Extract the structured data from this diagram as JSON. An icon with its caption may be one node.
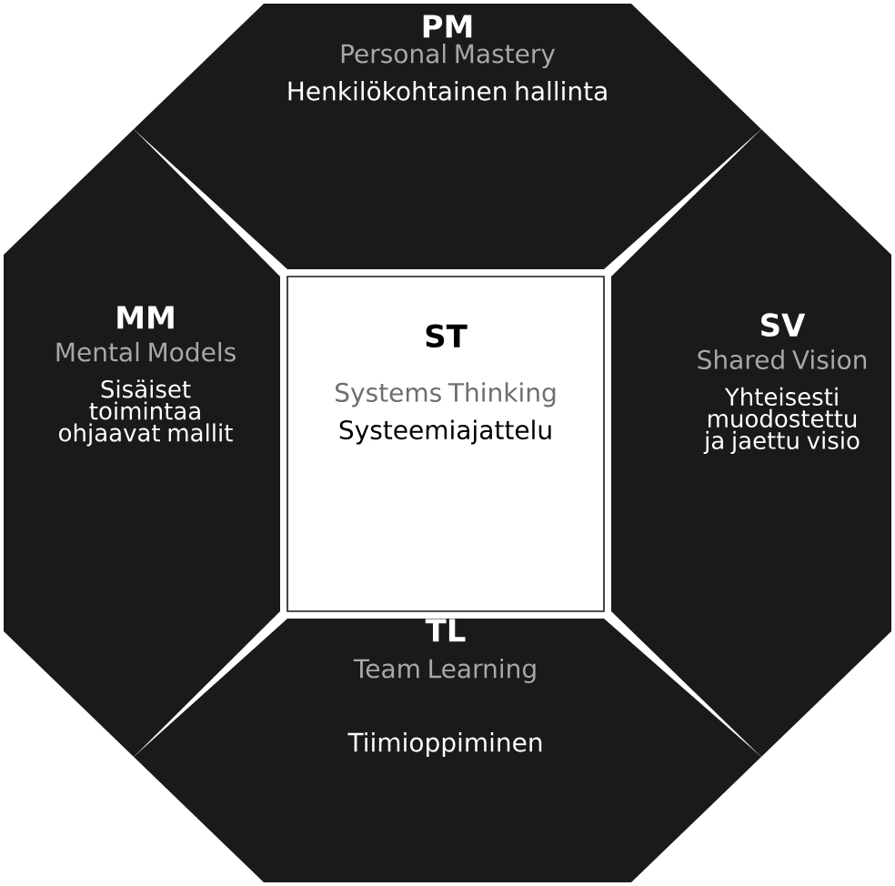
{
  "diagram": {
    "nodes": [
      {
        "text": [
          "PM",
          "Personal Mastery",
          "Henkilökohtainen hallinta"
        ]
      },
      {
        "text": [
          "MM",
          "Mental Models",
          "Sisäiset toimintaa ohjaavat mallit"
        ]
      },
      {
        "text": [
          "ST",
          "Systems Thinking",
          "Systeemiajattelu"
        ]
      },
      {
        "text": [
          "SV",
          "Shared Vision",
          "Yhteisesti muodostettu ja jaettu visio"
        ]
      },
      {
        "text": [
          "TL",
          "Team Learning",
          "Tiimioppiminen"
        ]
      }
    ]
  }
}
